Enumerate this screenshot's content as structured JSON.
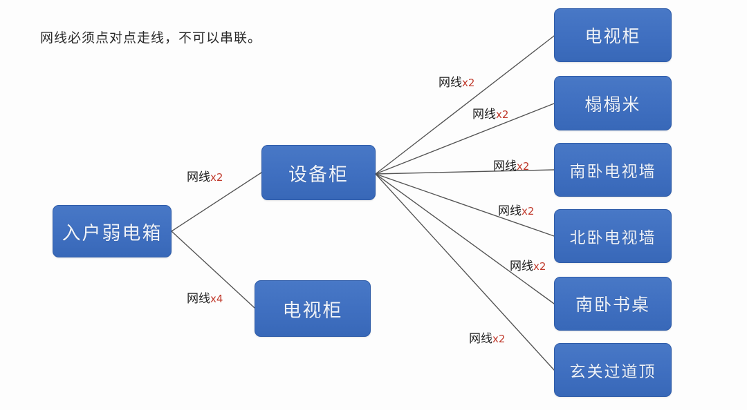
{
  "note": "网线必须点对点走线，不可以串联。",
  "nodes": {
    "source": {
      "label": "入户弱电箱"
    },
    "hub": {
      "label": "设备柜"
    },
    "tv_cabinet_low": {
      "label": "电视柜"
    },
    "targets": [
      {
        "label": "电视柜"
      },
      {
        "label": "榻榻米"
      },
      {
        "label": "南卧电视墙"
      },
      {
        "label": "北卧电视墙"
      },
      {
        "label": "南卧书桌"
      },
      {
        "label": "玄关过道顶"
      }
    ]
  },
  "edges": [
    {
      "id": "source-hub",
      "cable": "网线",
      "count": "x2"
    },
    {
      "id": "source-tvcabinet",
      "cable": "网线",
      "count": "x4"
    },
    {
      "id": "hub-t1",
      "cable": "网线",
      "count": "x2"
    },
    {
      "id": "hub-t2",
      "cable": "网线",
      "count": "x2"
    },
    {
      "id": "hub-t3",
      "cable": "网线",
      "count": "x2"
    },
    {
      "id": "hub-t4",
      "cable": "网线",
      "count": "x2"
    },
    {
      "id": "hub-t5",
      "cable": "网线",
      "count": "x2"
    },
    {
      "id": "hub-t6",
      "cable": "网线",
      "count": "x2"
    }
  ],
  "colors": {
    "node_fill": "#3f6fc0",
    "node_border": "#2f5ca8",
    "node_text": "#eef3fb",
    "line": "#555555",
    "count_text": "#c0392b",
    "background": "#fdfdfd"
  }
}
